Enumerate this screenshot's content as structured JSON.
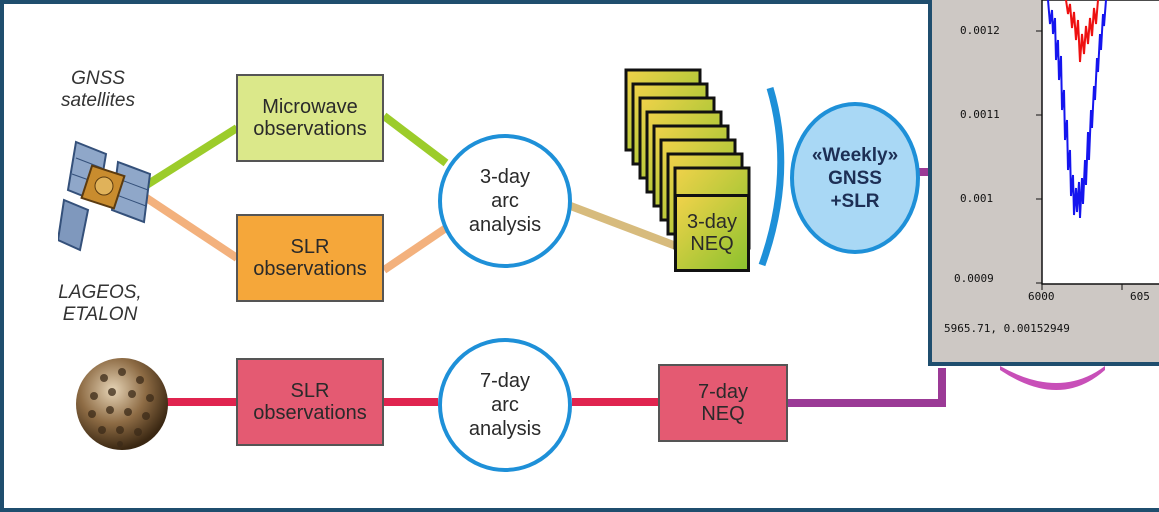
{
  "labels": {
    "gnss": "GNSS\nsatellites",
    "lageos": "LAGEOS,\nETALON"
  },
  "boxes": {
    "microwave": "Microwave\nobservations",
    "slr_gnss": "SLR\nobservations",
    "slr_lageos": "SLR\nobservations",
    "neq3": "3-day\nNEQ",
    "neq7": "7-day\nNEQ"
  },
  "circles": {
    "arc3": "3-day\narc\nanalysis",
    "arc7": "7-day\narc\nanalysis"
  },
  "weekly": "«Weekly»\nGNSS\n+SLR",
  "plot": {
    "y_ticks": [
      "0.0012",
      "0.0011",
      "0.001",
      "0.0009"
    ],
    "x_ticks": [
      "6000",
      "605"
    ],
    "status": "5965.71,  0.00152949"
  },
  "colors": {
    "microwave": "#dbe88a",
    "slr_gnss": "#f5a73a",
    "slr_lageos": "#e45a72",
    "neq7": "#e45a72",
    "weekly": "#a9d8f5",
    "line_green": "#9ccc2a",
    "line_orange": "#f3b17d",
    "line_red": "#e0244f",
    "line_purple": "#9b3a96",
    "circle_blue": "#1e90d8"
  }
}
